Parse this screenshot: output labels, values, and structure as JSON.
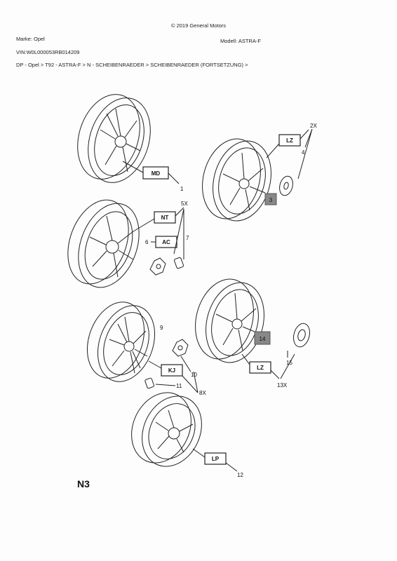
{
  "header": {
    "copyright": "© 2019 General Motors",
    "make": "Marke: Opel",
    "model": "Modell: ASTRA-F",
    "vin": "VIN:W0L000053RB014209",
    "breadcrumb": "DP - Opel > T92 - ASTRA-F > N - SCHEIBENRAEDER > SCHEIBENRAEDER (FORTSETZUNG) >"
  },
  "diagram": {
    "section_code": "N3",
    "codes": {
      "md": "MD",
      "lz_top": "LZ",
      "nt": "NT",
      "ac": "AC",
      "kj": "KJ",
      "lz_mid": "LZ",
      "lp": "LP"
    },
    "part_numbers": {
      "p1": "1",
      "p4": "4",
      "p6": "6",
      "p7": "7",
      "p9": "9",
      "p10": "10",
      "p11": "11",
      "p12": "12",
      "p15": "15"
    },
    "quantities": {
      "q_2x": "2X",
      "q_5x": "5X",
      "q_8x": "8X",
      "q_13x": "13X"
    },
    "highlight_boxes": {
      "h3": "3",
      "h14": "14"
    }
  }
}
